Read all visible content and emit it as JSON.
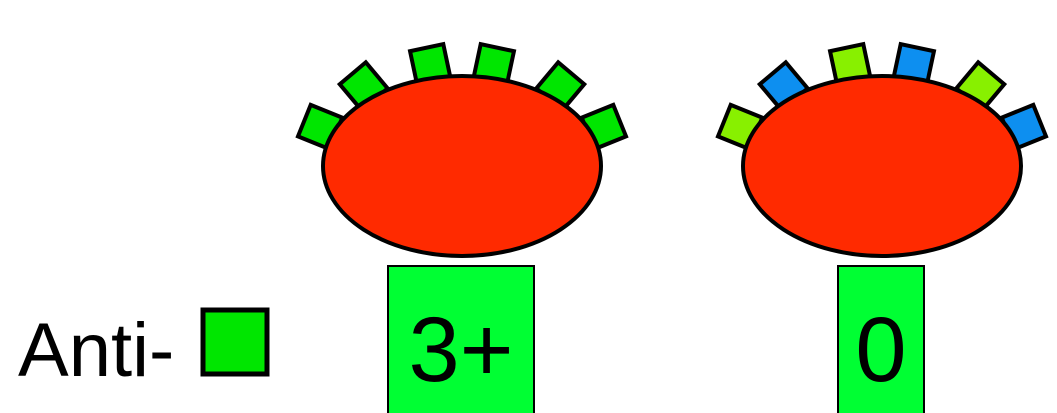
{
  "colors": {
    "background": "#ffffff",
    "cell_body": "#ff2a00",
    "outline": "#000000",
    "antigen_green": "#00e600",
    "antigen_lime": "#88f000",
    "antigen_blue": "#0d8ff0",
    "result_box": "#00ff33"
  },
  "legend": {
    "prefix": "Anti-",
    "swatch_color": "#00e600"
  },
  "cells": [
    {
      "result": "3+",
      "antigen_colors": [
        "#00e600",
        "#00e600",
        "#00e600",
        "#00e600",
        "#00e600",
        "#00e600"
      ]
    },
    {
      "result": "0",
      "antigen_colors": [
        "#88f000",
        "#0d8ff0",
        "#88f000",
        "#0d8ff0",
        "#88f000",
        "#0d8ff0"
      ]
    }
  ]
}
